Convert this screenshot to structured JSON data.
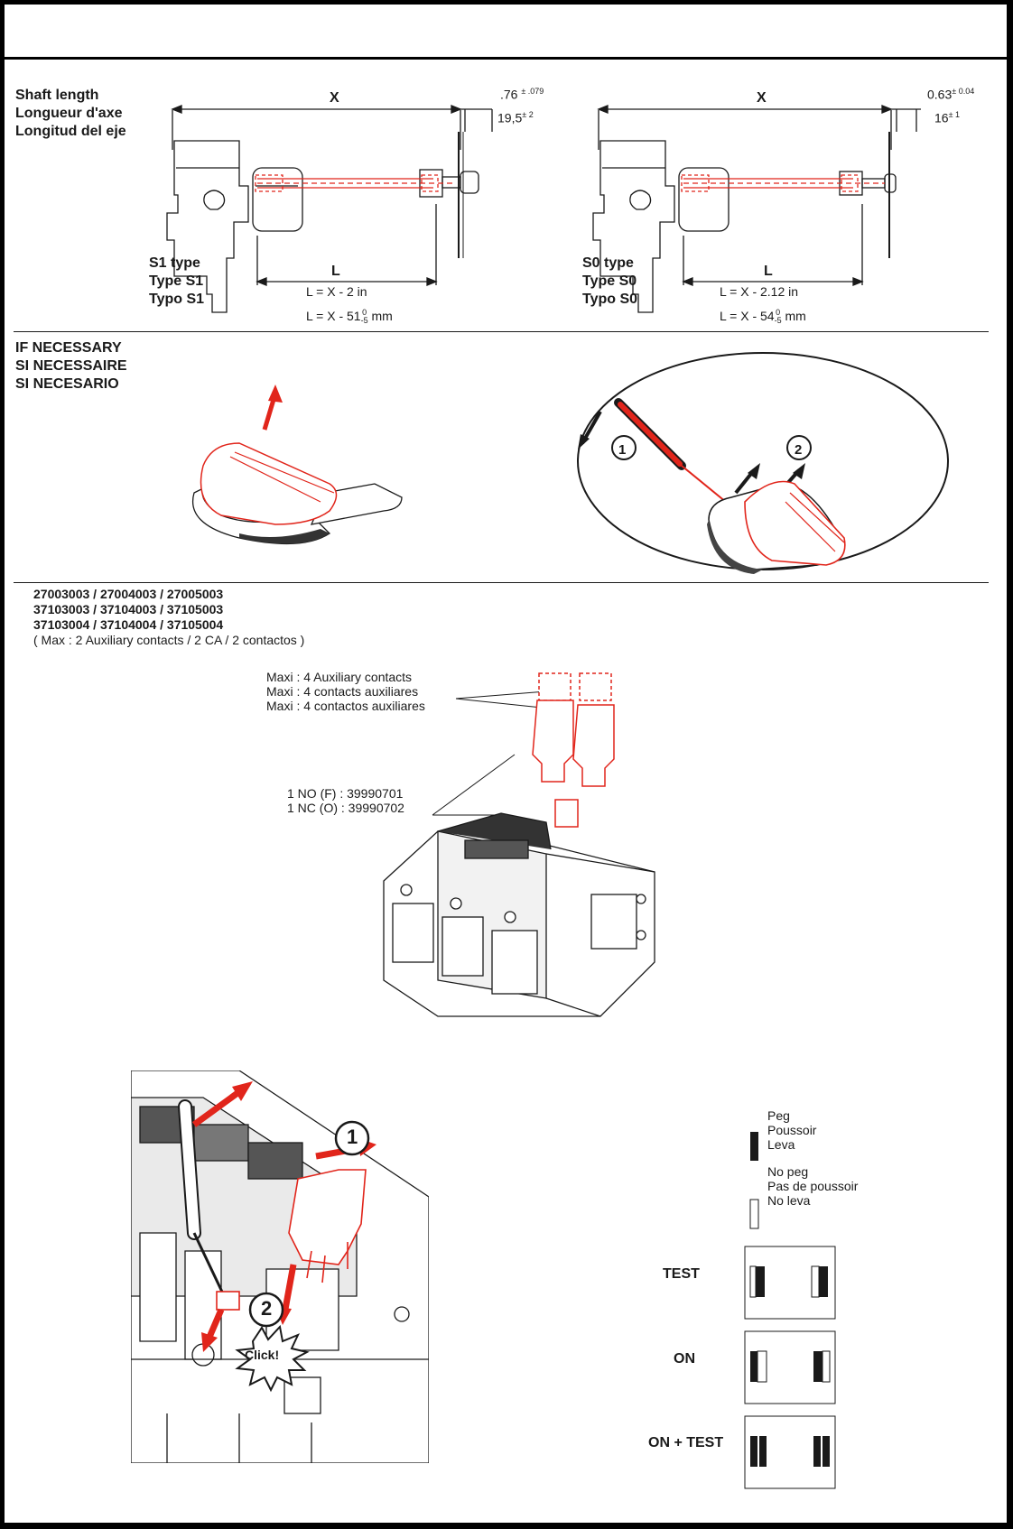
{
  "shaft": {
    "heading": [
      "Shaft length",
      "Longueur d'axe",
      "Longitud del eje"
    ],
    "left": {
      "x_label": "X",
      "tol_top_value": ".76",
      "tol_top_sup": "± .079",
      "tol_bottom_value": "19,5",
      "tol_bottom_sup": "± 2",
      "type_label": [
        "S1 type",
        "Type S1",
        "Typo S1"
      ],
      "l_label": "L",
      "formula_in": "L = X - 2 in",
      "formula_mm_prefix": "L = X - 51",
      "formula_mm_sup": "0",
      "formula_mm_sub": "-5",
      "formula_mm_unit": "mm"
    },
    "right": {
      "x_label": "X",
      "tol_top_value": "0.63",
      "tol_top_sup": "± 0.04",
      "tol_bottom_value": "16",
      "tol_bottom_sup": "± 1",
      "type_label": [
        "S0 type",
        "Type S0",
        "Typo S0"
      ],
      "l_label": "L",
      "formula_in": "L = X - 2.12 in",
      "formula_mm_prefix": "L = X - 54",
      "formula_mm_sup": "0",
      "formula_mm_sub": "-5",
      "formula_mm_unit": "mm"
    }
  },
  "if_necessary": {
    "heading": [
      "IF NECESSARY",
      "SI NECESSAIRE",
      "SI NECESARIO"
    ],
    "step1": "1",
    "step2": "2"
  },
  "references": {
    "line1": "27003003 / 27004003 / 27005003",
    "line2": "37103003 / 37104003 / 37105003",
    "line3_bold": "37103004 / 37104004 / 37105004",
    "line3_note": " ( Max : 2 Auxiliary contacts / 2 CA / 2 contactos )"
  },
  "aux": {
    "maxi": [
      "Maxi : 4 Auxiliary contacts",
      "Maxi : 4 contacts auxiliares",
      "Maxi : 4 contactos auxiliares"
    ],
    "codes": [
      "1 NO (F) : 39990701",
      "1 NC (O) : 39990702"
    ]
  },
  "install": {
    "step1": "1",
    "step2": "2",
    "click": "Click!"
  },
  "legend": {
    "peg": [
      "Peg",
      "Poussoir",
      "Leva"
    ],
    "no_peg": [
      "No peg",
      "Pas de poussoir",
      "No leva"
    ]
  },
  "table": {
    "rows": [
      "TEST",
      "ON",
      "ON + TEST"
    ]
  },
  "colors": {
    "accent_red": "#e1251b",
    "ink": "#1a1a1a",
    "frame": "#000000"
  }
}
